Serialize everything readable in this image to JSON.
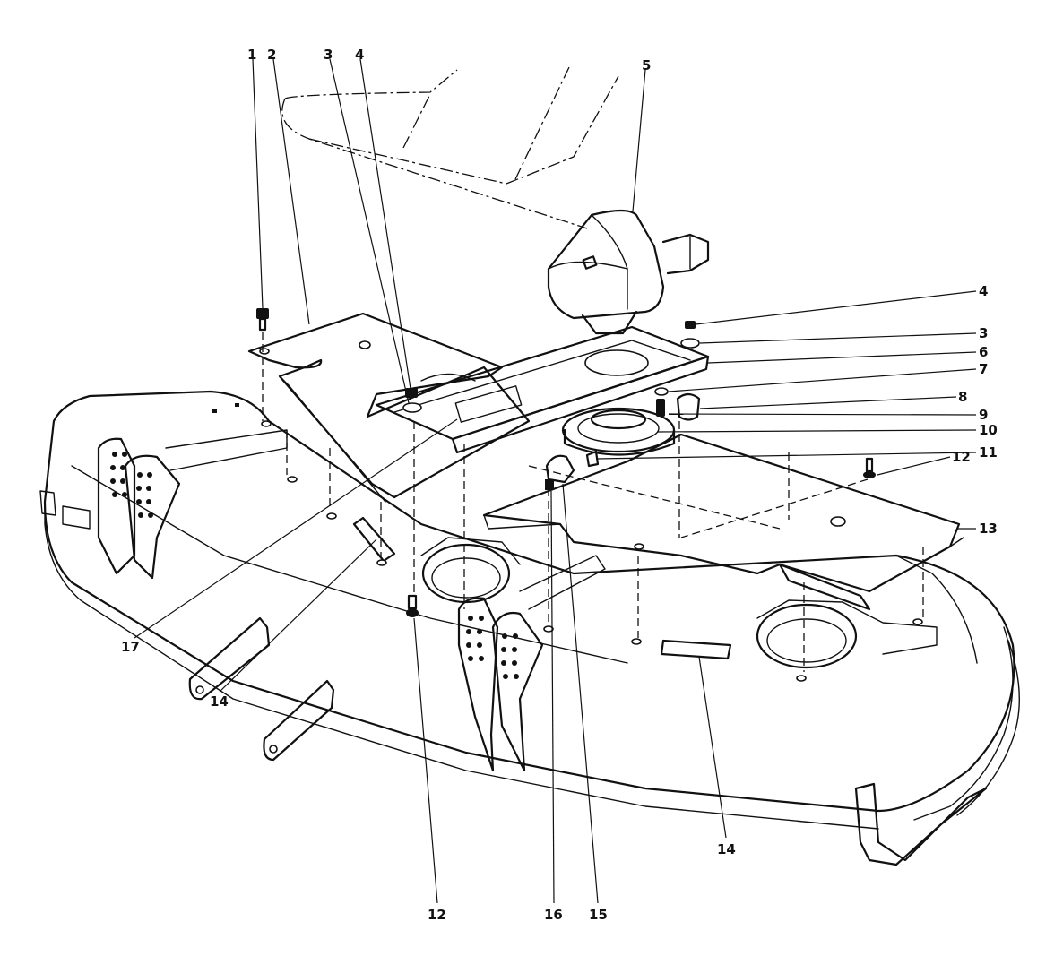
{
  "diagram": {
    "type": "exploded-parts-diagram",
    "colors": {
      "ink": "#111111",
      "paper": "#ffffff"
    },
    "callouts": {
      "c1": "1",
      "c2": "2",
      "c3a": "3",
      "c4a": "4",
      "c5": "5",
      "c4b": "4",
      "c3b": "3",
      "c6": "6",
      "c7": "7",
      "c8": "8",
      "c9": "9",
      "c10": "10",
      "c11": "11",
      "c12a": "12",
      "c13": "13",
      "c17": "17",
      "c14a": "14",
      "c12b": "12",
      "c16": "16",
      "c15": "15",
      "c14b": "14"
    }
  }
}
